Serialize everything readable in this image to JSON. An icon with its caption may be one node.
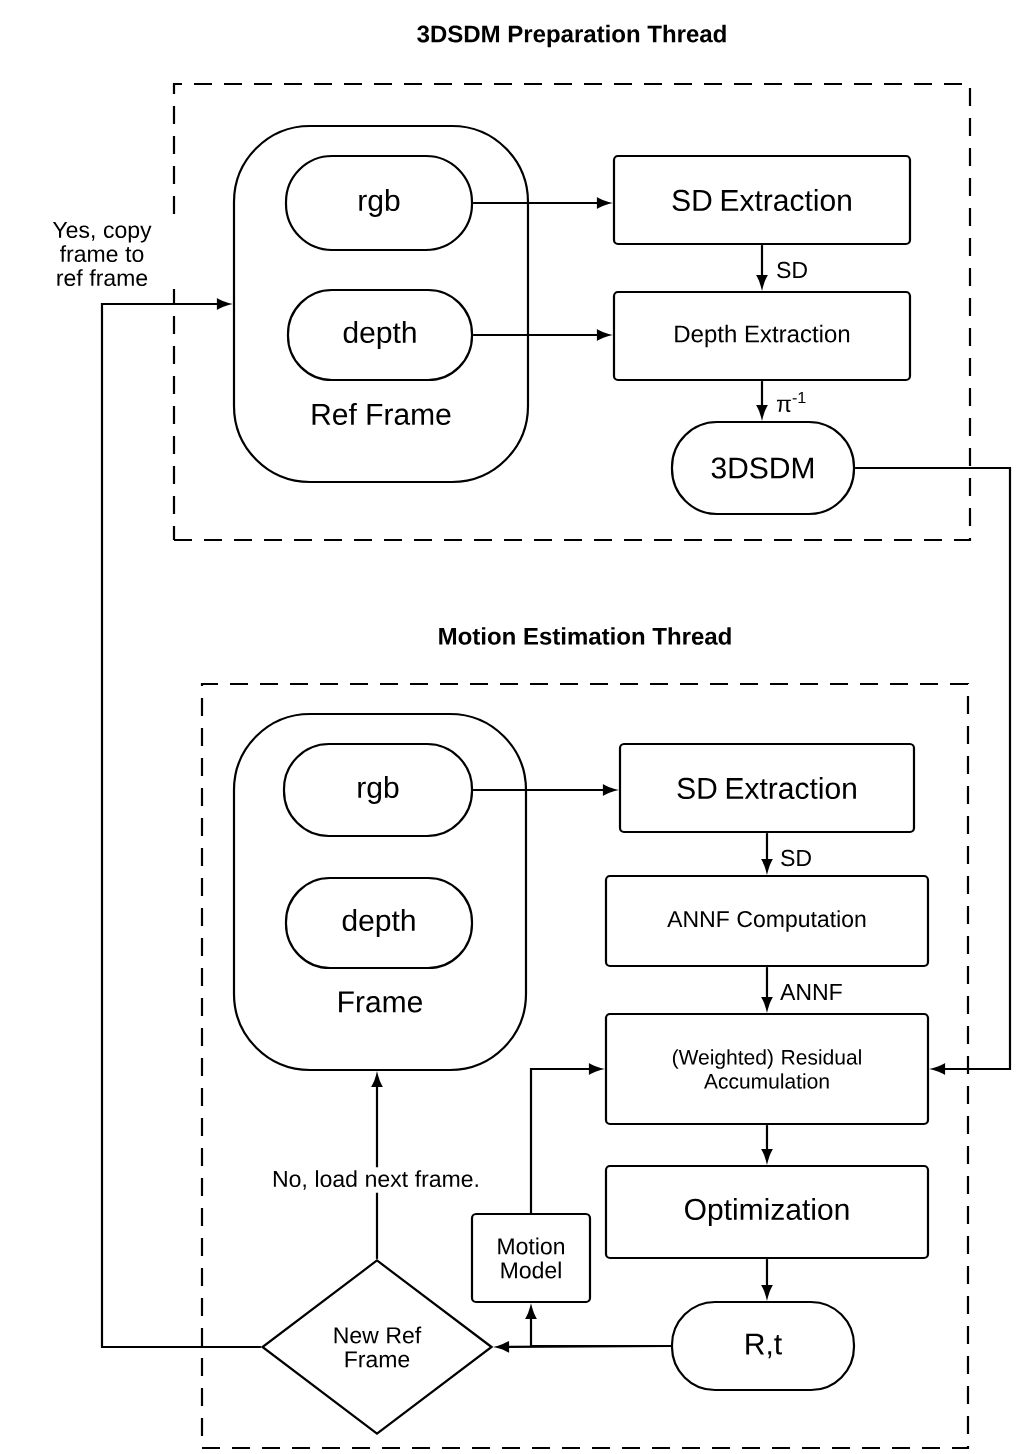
{
  "diagram": {
    "nodes": [
      {
        "text": [
          "3DSDM Preparation Thread"
        ]
      },
      {
        "text": [
          "Ref Frame"
        ],
        "in": 0
      },
      {
        "text": [
          "rgb"
        ],
        "in": 1
      },
      {
        "text": [
          "depth"
        ],
        "in": 1
      },
      {
        "text": [
          "SD Extraction"
        ],
        "in": 0
      },
      {
        "text": [
          "Depth Extraction"
        ],
        "in": 0
      },
      {
        "text": [
          "3DSDM"
        ],
        "in": 0
      },
      {
        "text": [
          "Motion Estimation Thread"
        ]
      },
      {
        "text": [
          "Frame"
        ],
        "in": 7
      },
      {
        "text": [
          "rgb"
        ],
        "in": 8
      },
      {
        "text": [
          "depth"
        ],
        "in": 8
      },
      {
        "text": [
          "SD Extraction"
        ],
        "in": 7
      },
      {
        "text": [
          "ANNF Computation"
        ],
        "in": 7
      },
      {
        "text": [
          "(Weighted) Residual Accumulation"
        ],
        "in": 7
      },
      {
        "text": [
          "Optimization"
        ],
        "in": 7
      },
      {
        "text": [
          "Motion Model"
        ],
        "in": 7
      },
      {
        "text": [
          "R,t"
        ],
        "in": 7
      },
      {
        "text": [
          "New Ref Frame"
        ],
        "in": 7
      }
    ],
    "edges": [
      {
        "from": 2,
        "to": 4,
        "arrow": "to"
      },
      {
        "from": 3,
        "to": 5,
        "arrow": "to"
      },
      {
        "from": 4,
        "to": 5,
        "arrow": "to",
        "label": "SD"
      },
      {
        "from": 5,
        "to": 6,
        "arrow": "to",
        "label": "π$^{-1}$"
      },
      {
        "from": 6,
        "to": 13,
        "arrow": "to"
      },
      {
        "from": 9,
        "to": 11,
        "arrow": "to"
      },
      {
        "from": 11,
        "to": 12,
        "arrow": "to",
        "label": "SD"
      },
      {
        "from": 12,
        "to": 13,
        "arrow": "to",
        "label": "ANNF"
      },
      {
        "from": 13,
        "to": 14,
        "arrow": "to"
      },
      {
        "from": 14,
        "to": 16,
        "arrow": "to"
      },
      {
        "from": 16,
        "to": 17,
        "arrow": "to"
      },
      {
        "from": 16,
        "to": 15,
        "arrow": "to"
      },
      {
        "from": 15,
        "to": 13,
        "arrow": "to"
      },
      {
        "from": 17,
        "to": 8,
        "arrow": "to",
        "label": "No, load next frame."
      },
      {
        "from": 17,
        "to": 1,
        "arrow": "to",
        "label": "Yes, copy frame to ref frame"
      }
    ]
  }
}
